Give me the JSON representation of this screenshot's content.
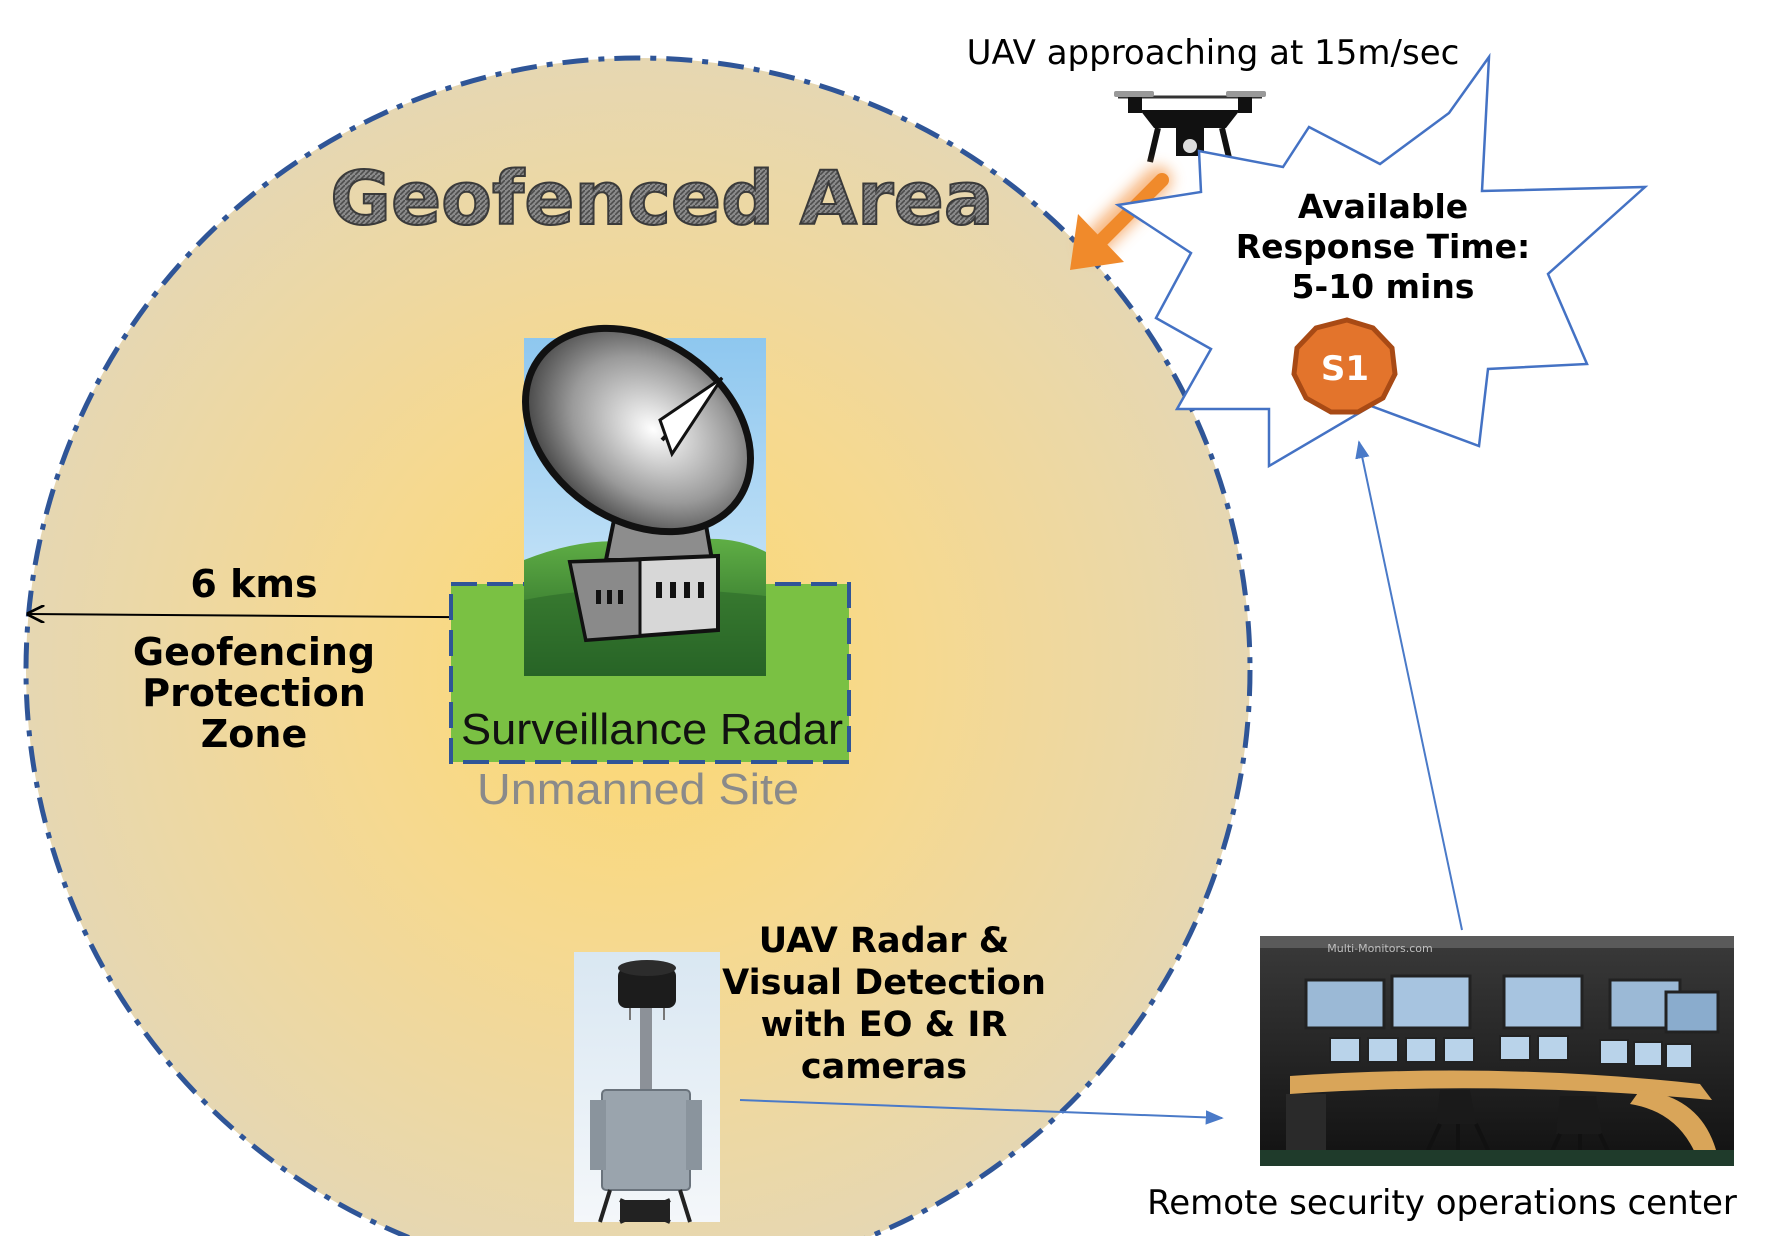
{
  "title": "Geofenced Area",
  "uav_label": "UAV approaching at 15m/sec",
  "response": {
    "line1": "Available",
    "line2": "Response Time:",
    "line3": "5-10 mins",
    "badge": "S1"
  },
  "radius": {
    "distance": "6 kms",
    "zone_line1": "Geofencing",
    "zone_line2": "Protection",
    "zone_line3": "Zone"
  },
  "site": {
    "name": "Surveillance Radar",
    "subtitle": "Unmanned Site"
  },
  "detection": {
    "line1": "UAV Radar &",
    "line2": "Visual Detection",
    "line3": "with EO & IR",
    "line4": "cameras"
  },
  "control_room": {
    "banner": "Multi-Monitors.com",
    "caption": "Remote security operations center"
  },
  "colors": {
    "boundary": "#2f5597",
    "zone_center": "#fbd56b",
    "zone_edge": "#e9dbb6",
    "site_green": "#7ac143",
    "arrow_orange": "#f08a2b",
    "badge_orange": "#e3742c",
    "link_blue": "#4a7ac8"
  }
}
